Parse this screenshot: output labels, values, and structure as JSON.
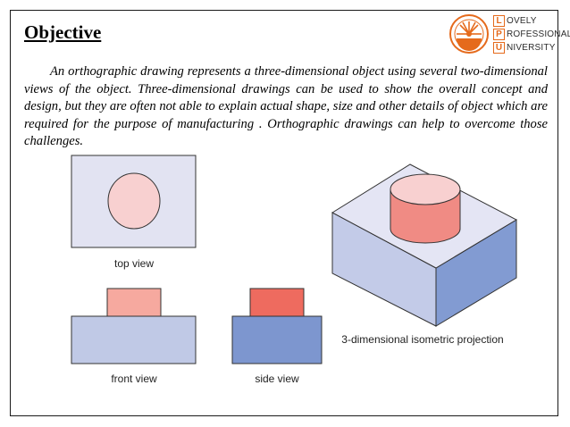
{
  "slide": {
    "title": "Objective",
    "paragraph": "An orthographic drawing represents a three-dimensional object using several two-dimensional views of the object. Three-dimensional drawings can be used to show the overall concept and design, but they are often not able to explain actual shape, size and other details of object which are required for the purpose of manufacturing . Orthographic drawings can help to overcome those challenges."
  },
  "logo": {
    "letters": [
      "L",
      "P",
      "U"
    ],
    "words": [
      "OVELY",
      "ROFESSIONAL",
      "NIVERSITY"
    ],
    "accent_color": "#e56a1c"
  },
  "figure": {
    "labels": {
      "top_view": "top view",
      "front_view": "front view",
      "side_view": "side view",
      "isometric": "3-dimensional isometric projection"
    },
    "colors": {
      "top_face": "#e2e3f2",
      "circle_fill": "#f8d0d0",
      "front_base": "#c0c9e6",
      "front_cylinder": "#f6a99f",
      "side_base": "#7d96cf",
      "side_cylinder": "#ee6b5f",
      "iso_left_face": "#c3cbe8",
      "iso_right_face": "#829bd2",
      "iso_top_face": "#e4e5f4",
      "iso_cylinder": "#f08b84",
      "outline": "#333333"
    }
  }
}
